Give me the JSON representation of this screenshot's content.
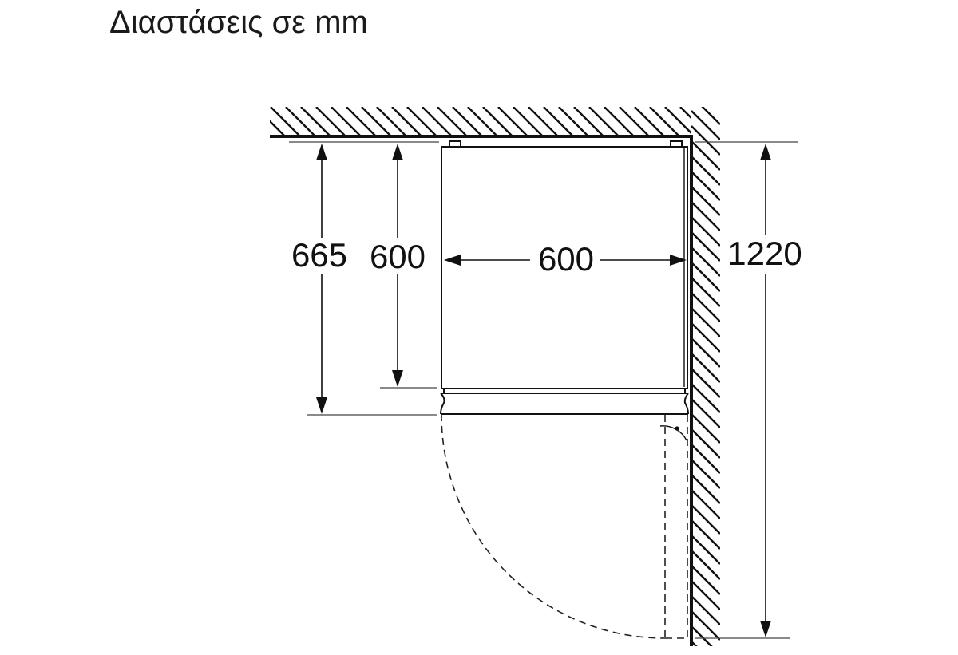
{
  "title": "Διαστάσεις σε mm",
  "dimensions": {
    "depth_with_door": "665",
    "depth_body": "600",
    "width": "600",
    "door_clearance": "1220"
  },
  "colors": {
    "line": "#111111",
    "background": "#ffffff"
  }
}
